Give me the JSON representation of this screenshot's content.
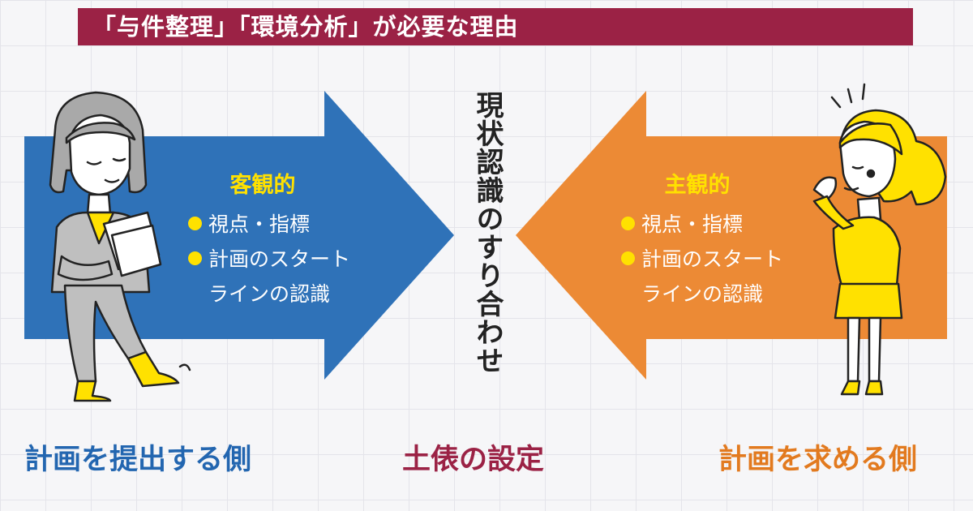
{
  "header": {
    "title": "「与件整理」「環境分析」が必要な理由"
  },
  "colors": {
    "banner": "#9b2245",
    "left_arrow": "#2f72b8",
    "right_arrow": "#ec8a35",
    "highlight": "#ffe100",
    "left_label": "#2366b0",
    "center_label": "#9b2245",
    "right_label": "#e27a1f"
  },
  "left_box": {
    "title": "客観的",
    "bullets": [
      "視点・指標",
      "計画のスタート"
    ],
    "continuation": "ラインの認識"
  },
  "right_box": {
    "title": "主観的",
    "bullets": [
      "視点・指標",
      "計画のスタート"
    ],
    "continuation": "ラインの認識"
  },
  "center": {
    "vertical_text": "現状認識のすり合わせ"
  },
  "bottom": {
    "left": "計画を提出する側",
    "center": "土俵の設定",
    "right": "計画を求める側"
  },
  "illustrations": {
    "left": "woman-reading-documents-illustration",
    "right": "thinking-woman-illustration"
  }
}
